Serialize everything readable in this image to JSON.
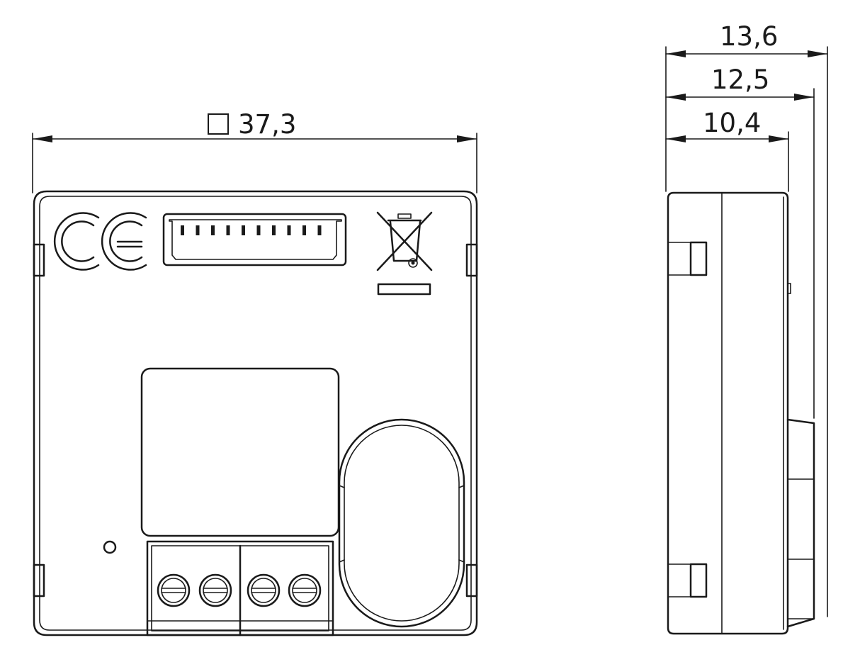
{
  "dimensions": {
    "width_front": "37,3",
    "depth_total": "13,6",
    "depth_mid": "12,5",
    "depth_body": "10,4"
  },
  "symbols": {
    "square_prefix": "square-symbol",
    "ce_mark": "ce-mark-icon",
    "weee": "crossed-out-bin-icon"
  },
  "colors": {
    "line": "#1a1a1a",
    "background": "#ffffff"
  }
}
